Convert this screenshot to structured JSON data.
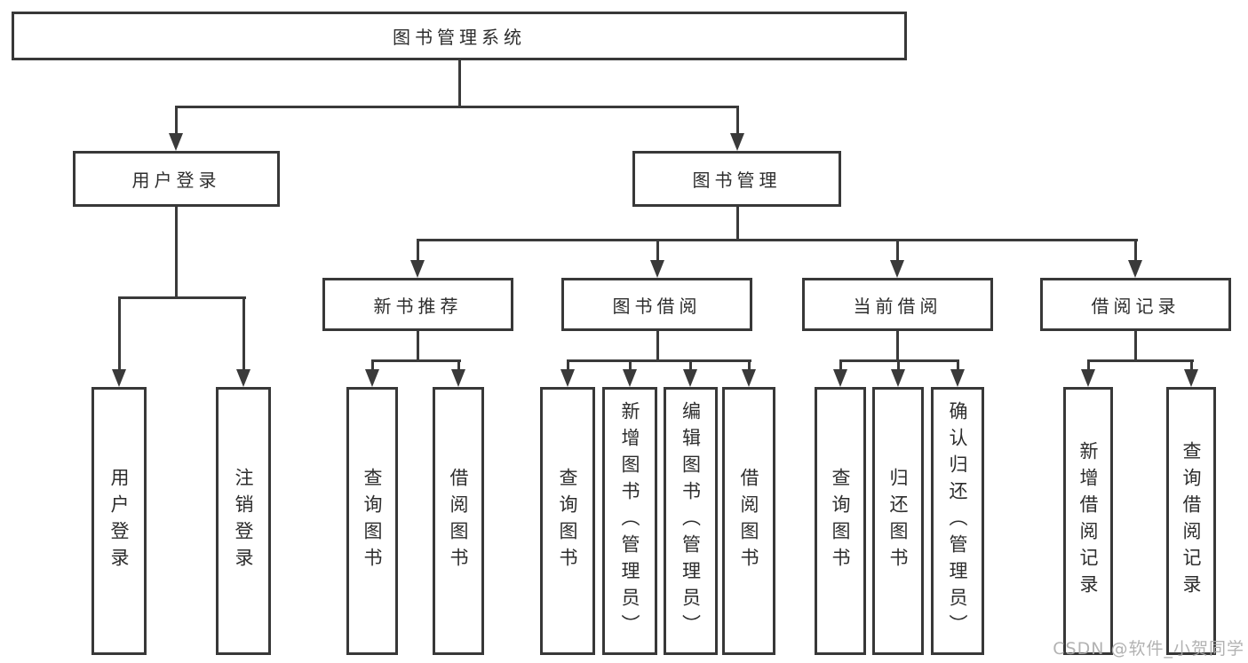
{
  "diagram": {
    "title": "图书管理系统",
    "level2": [
      {
        "label": "用户登录"
      },
      {
        "label": "图书管理"
      }
    ],
    "level3": [
      {
        "label": "新书推荐"
      },
      {
        "label": "图书借阅"
      },
      {
        "label": "当前借阅"
      },
      {
        "label": "借阅记录"
      }
    ],
    "leaves": [
      {
        "label": "用户登录",
        "parent": "用户登录"
      },
      {
        "label": "注销登录",
        "parent": "用户登录"
      },
      {
        "label": "查询图书",
        "parent": "新书推荐"
      },
      {
        "label": "借阅图书",
        "parent": "新书推荐"
      },
      {
        "label": "查询图书",
        "parent": "图书借阅"
      },
      {
        "label": "新增图书（管理员）",
        "parent": "图书借阅"
      },
      {
        "label": "编辑图书（管理员）",
        "parent": "图书借阅"
      },
      {
        "label": "借阅图书",
        "parent": "图书借阅"
      },
      {
        "label": "查询图书",
        "parent": "当前借阅"
      },
      {
        "label": "归还图书",
        "parent": "当前借阅"
      },
      {
        "label": "确认归还（管理员）",
        "parent": "当前借阅"
      },
      {
        "label": "新增借阅记录",
        "parent": "借阅记录"
      },
      {
        "label": "查询借阅记录",
        "parent": "借阅记录"
      }
    ],
    "watermark": "CSDN @软件_小贺同学",
    "colors": {
      "line": "#3a3a3a",
      "box_border": "#383838",
      "text": "#2d2d2d",
      "watermark": "#ababab",
      "background": "#ffffff"
    }
  }
}
